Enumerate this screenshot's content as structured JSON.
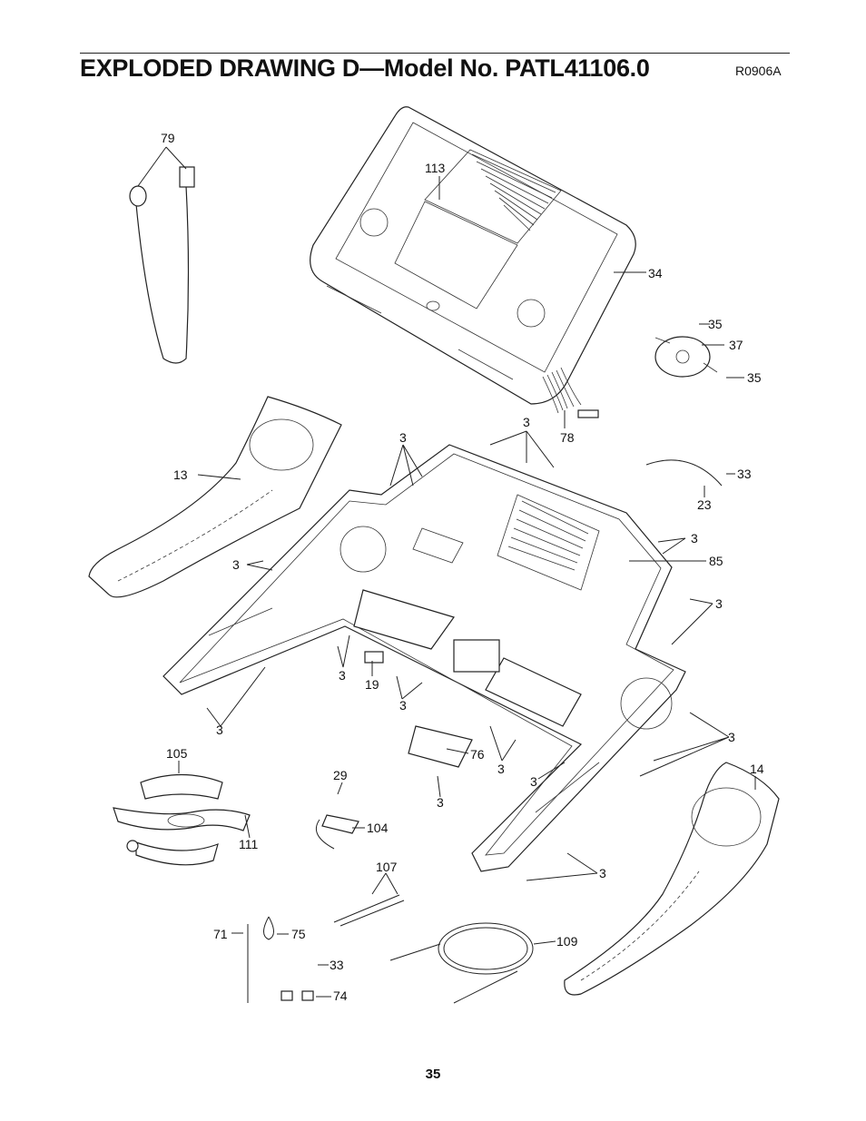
{
  "header": {
    "title": "EXPLODED DRAWING D—Model No. PATL41106.0",
    "code": "R0906A"
  },
  "footer": {
    "page_number": "35"
  },
  "callouts": {
    "c79": "79",
    "c113": "113",
    "c34": "34",
    "c35a": "35",
    "c37": "37",
    "c35b": "35",
    "c78": "78",
    "c3_top": "3",
    "c3_left_top": "3",
    "c13": "13",
    "c33_top": "33",
    "c23": "23",
    "c3_r1": "3",
    "c85": "85",
    "c3_r2": "3",
    "c3_left_mid": "3",
    "c3_mid_a": "3",
    "c19": "19",
    "c3_mid_b": "3",
    "c3_left_bot": "3",
    "c76": "76",
    "c3_c1": "3",
    "c3_c2": "3",
    "c3_r3": "3",
    "c14": "14",
    "c105": "105",
    "c29": "29",
    "c3_c3": "3",
    "c104": "104",
    "c111": "111",
    "c3_rb": "3",
    "c107": "107",
    "c71": "71",
    "c75": "75",
    "c109": "109",
    "c33_bot": "33",
    "c74": "74"
  }
}
